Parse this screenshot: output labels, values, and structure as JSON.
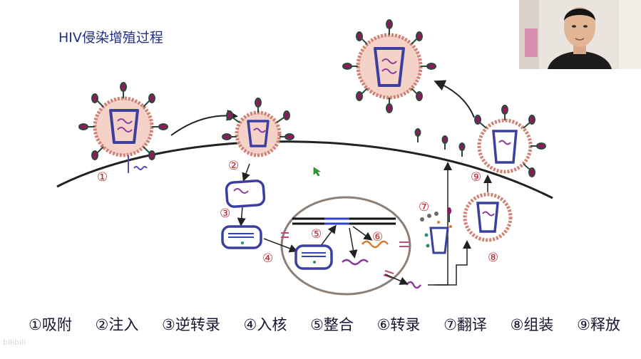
{
  "title": "HIV侵染增殖过程",
  "steps": [
    {
      "num": "①",
      "label": "吸附"
    },
    {
      "num": "②",
      "label": "注入"
    },
    {
      "num": "③",
      "label": "逆转录"
    },
    {
      "num": "④",
      "label": "入核"
    },
    {
      "num": "⑤",
      "label": "整合"
    },
    {
      "num": "⑥",
      "label": "转录"
    },
    {
      "num": "⑦",
      "label": "翻译"
    },
    {
      "num": "⑧",
      "label": "组装"
    },
    {
      "num": "⑨",
      "label": "释放"
    }
  ],
  "watermark": "bilibili",
  "colors": {
    "title": "#1f2f8a",
    "marker": "#c0262c",
    "capsid": "#3b3f9e",
    "spike": "#8a1c5c",
    "envelope": "#d88478",
    "nucleus": "#8c7f76"
  }
}
